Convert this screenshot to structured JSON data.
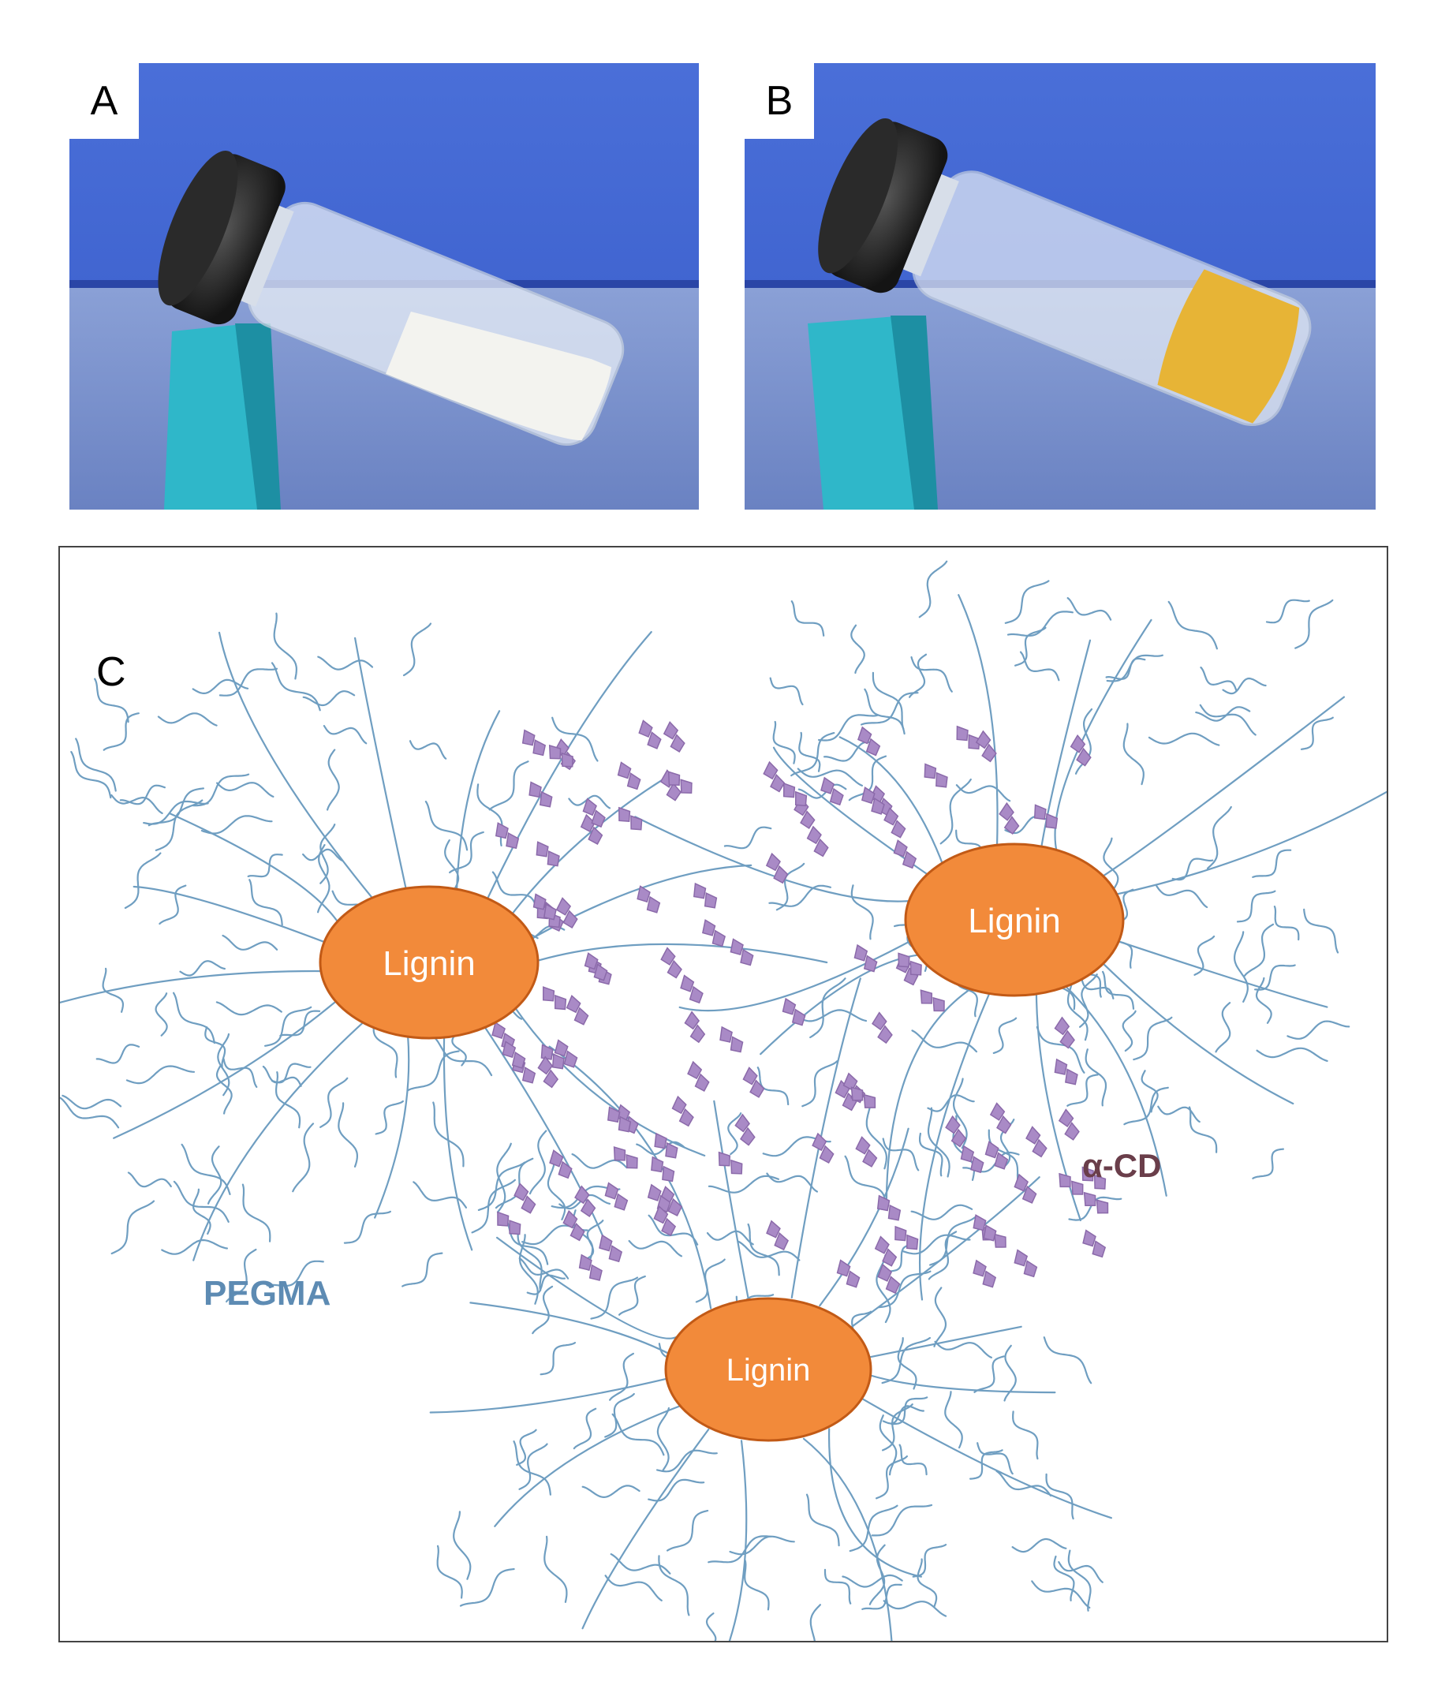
{
  "panels": {
    "a": {
      "letter": "A",
      "liquid_color": "#f3f3ef"
    },
    "b": {
      "letter": "B",
      "liquid_color": "#e7b436"
    },
    "c": {
      "letter": "C"
    }
  },
  "diagram": {
    "nodes": [
      {
        "id": "lignin-1",
        "label": "Lignin"
      },
      {
        "id": "lignin-2",
        "label": "Lignin"
      },
      {
        "id": "lignin-3",
        "label": "Lignin"
      }
    ],
    "labels": {
      "polymer": "PEGMA",
      "cyclodextrin": "α-CD"
    },
    "colors": {
      "lignin": "#f28a3a",
      "lignin_outline": "#c25a16",
      "pegma": "#5d8bb3",
      "chain": "#6f9ec1",
      "cd": "#a98ac6",
      "cd_label": "#6a3e4a"
    }
  }
}
